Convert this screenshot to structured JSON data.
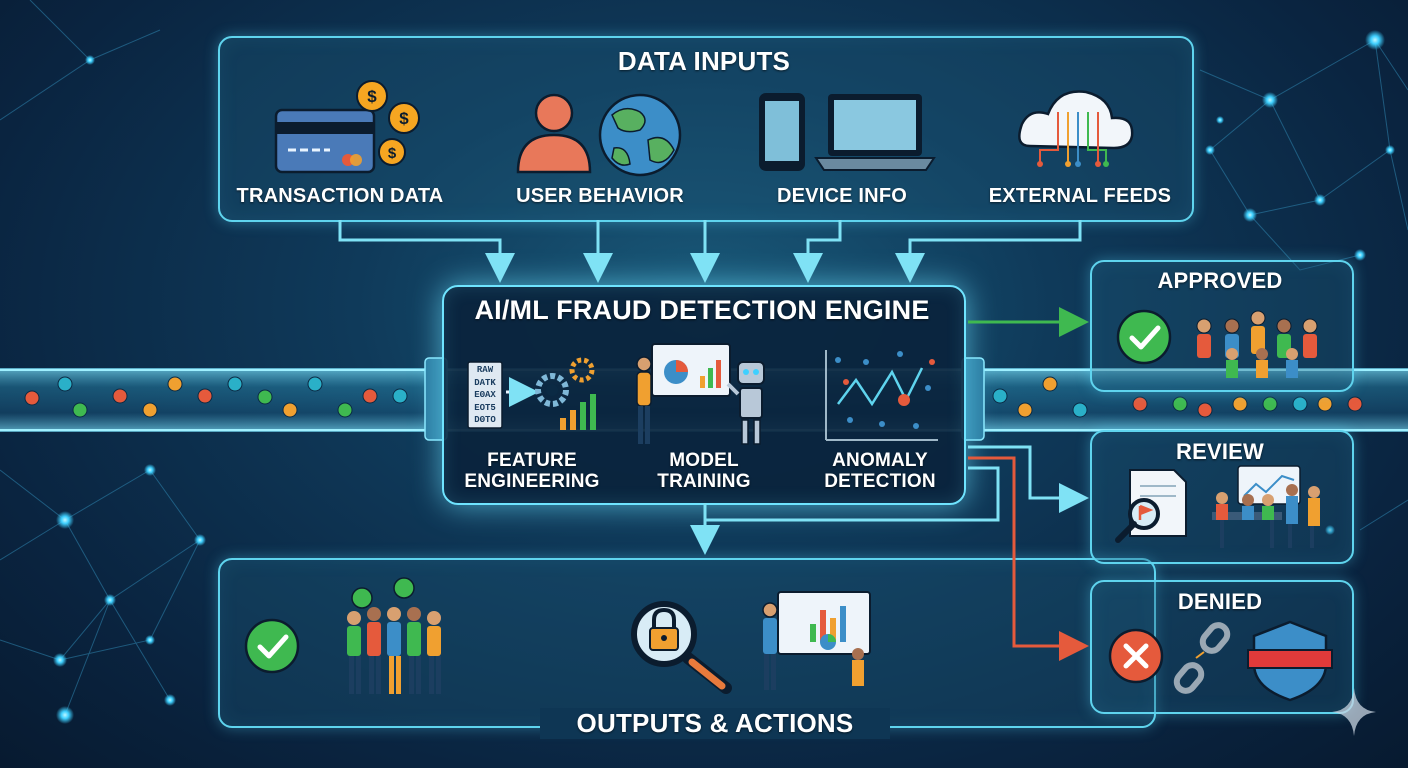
{
  "colors": {
    "accent": "#5fd4ee",
    "approve": "#3fb950",
    "deny": "#e55a3c",
    "panel_border": "#5fd4ee"
  },
  "inputs": {
    "title": "DATA INPUTS",
    "items": [
      {
        "label": "TRANSACTION DATA",
        "icon": "credit-card-icon"
      },
      {
        "label": "USER BEHAVIOR",
        "icon": "user-globe-icon"
      },
      {
        "label": "DEVICE INFO",
        "icon": "devices-icon"
      },
      {
        "label": "EXTERNAL FEEDS",
        "icon": "cloud-icon"
      }
    ]
  },
  "engine": {
    "title": "AI/ML FRAUD DETECTION ENGINE",
    "steps": [
      {
        "label_line1": "FEATURE",
        "label_line2": "ENGINEERING",
        "raw_lines": [
          "RAW",
          "DATK",
          "EΘAX",
          "EOT5",
          "DΘTO"
        ]
      },
      {
        "label_line1": "MODEL",
        "label_line2": "TRAINING"
      },
      {
        "label_line1": "ANOMALY",
        "label_line2": "DETECTION"
      }
    ]
  },
  "decisions": {
    "approved": {
      "label": "APPROVED",
      "icon": "check-icon"
    },
    "review": {
      "label": "REVIEW",
      "icon": "magnifier-document-icon"
    },
    "denied": {
      "label": "DENIED",
      "icon": "x-icon"
    }
  },
  "outputs": {
    "title": "OUTPUTS & ACTIONS"
  }
}
